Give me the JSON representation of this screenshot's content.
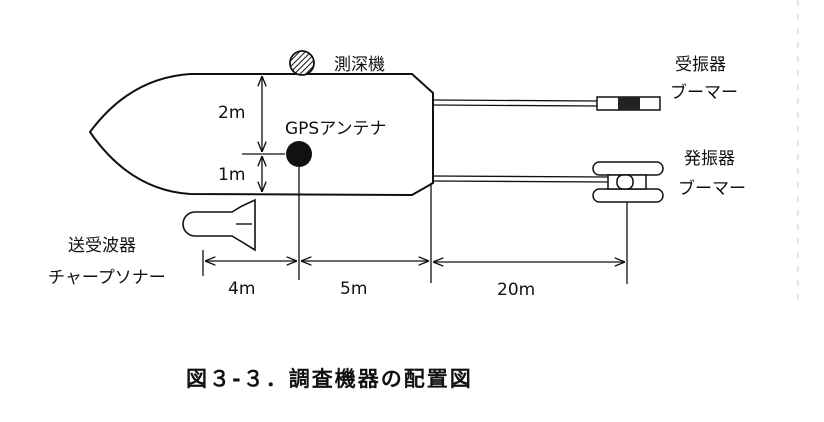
{
  "labels": {
    "depth_sounder": "測深機",
    "gps_antenna": "GPSアンテナ",
    "receiver_line1": "受振器",
    "receiver_line2": "ブーマー",
    "transmitter_line1": "発振器",
    "transmitter_line2": "ブーマー",
    "sonar_line1": "送受波器",
    "sonar_line2": "チャープソナー"
  },
  "dimensions": {
    "height_upper": "2m",
    "height_lower": "1m",
    "sonar_to_gps": "4m",
    "gps_to_stern": "5m",
    "stern_to_boomer": "20m"
  },
  "caption": "図３-３．調査機器の配置図"
}
